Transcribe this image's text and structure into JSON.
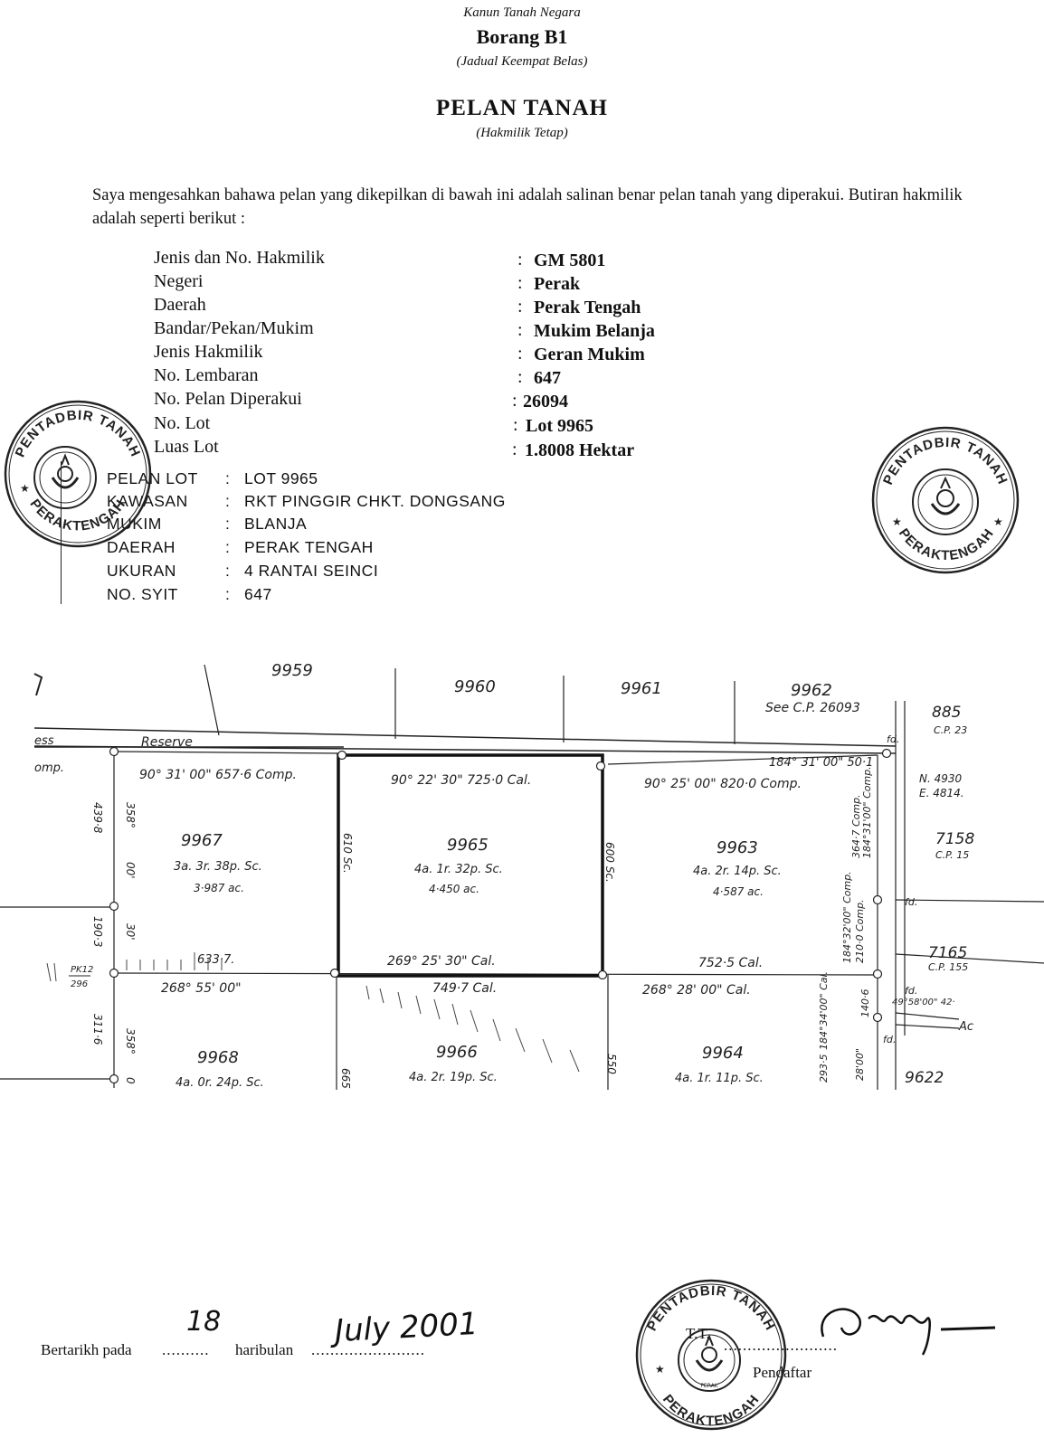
{
  "header": {
    "act": "Kanun Tanah Negara",
    "form": "Borang B1",
    "schedule": "(Jadual Keempat Belas)",
    "title": "PELAN TANAH",
    "subtitle": "(Hakmilik Tetap)"
  },
  "certification": "Saya mengesahkan bahawa pelan yang dikepilkan di bawah ini adalah salinan benar pelan tanah yang diperakui. Butiran hakmilik adalah seperti berikut :",
  "details": [
    {
      "label": "Jenis dan No. Hakmilik",
      "value": "GM 5801"
    },
    {
      "label": "Negeri",
      "value": "Perak"
    },
    {
      "label": "Daerah",
      "value": "Perak Tengah"
    },
    {
      "label": "Bandar/Pekan/Mukim",
      "value": "Mukim Belanja"
    },
    {
      "label": "Jenis Hakmilik",
      "value": "Geran Mukim"
    },
    {
      "label": "No. Lembaran",
      "value": "647"
    },
    {
      "label": "No. Pelan Diperakui",
      "value": "26094"
    },
    {
      "label": "No. Lot",
      "value": "Lot 9965"
    },
    {
      "label": "Luas Lot",
      "value": "1.8008 Hektar"
    }
  ],
  "plan_info": [
    {
      "label": "PELAN LOT",
      "value": "LOT 9965"
    },
    {
      "label": "KAWASAN",
      "value": "RKT PINGGIR CHKT. DONGSANG"
    },
    {
      "label": "MUKIM",
      "value": "BLANJA"
    },
    {
      "label": "DAERAH",
      "value": "PERAK TENGAH"
    },
    {
      "label": "UKURAN",
      "value": "4 RANTAI SEINCI"
    },
    {
      "label": "NO. SYIT",
      "value": "647"
    }
  ],
  "stamp": {
    "top": "PENTADBIR TANAH",
    "bottom": "PERAKTENGAH",
    "center": "PERAK"
  },
  "map": {
    "lot_numbers": [
      "9959",
      "9960",
      "9961",
      "9962",
      "9967",
      "9965",
      "9963",
      "9968",
      "9966",
      "9964",
      "9622",
      "885",
      "7158",
      "7165"
    ],
    "see_note": "See C.P. 26093",
    "road_reserve": "Reserve",
    "road_left": "ess",
    "comp_left": "omp.",
    "cp_labels": [
      "C.P. 23",
      "C.P. 15",
      "C.P. 155"
    ],
    "coordinates": [
      "N. 4930",
      "E. 4814."
    ],
    "pk_label": "PK12",
    "pk_sub": "296",
    "fd": "fd.",
    "ac_label": "Ac",
    "bearing_top_road": "184° 31' 00\" 50·1",
    "bearing_9967_top": "90° 31' 00\" 657·6 Comp.",
    "bearing_9965_top": "90° 22' 30\" 725·0 Cal.",
    "bearing_9963_top": "90° 25' 00\" 820·0 Comp.",
    "bearing_9965_bottom": "269° 25' 30\" Cal.",
    "bearing_9963_bottom": "752·5 Cal.",
    "bearing_lower_left": "268° 55' 00\"",
    "bearing_lower_mid": "749·7 Cal.",
    "bearing_lower_right": "268° 28' 00\" Cal.",
    "bearing_left_dist": "633·7.",
    "bearing_right_small": "49°58'00\" 42·",
    "side_left_upper": "439·8",
    "side_left_lower": "190·3",
    "side_left_bottom": "311·6",
    "side_left_deg1": "358°",
    "side_left_min1": "00'",
    "side_left_min2": "30'",
    "side_left_deg2": "358°",
    "side_left_min3": "0",
    "side_9965_left": "610 Sc.",
    "side_9965_right": "600 Sc.",
    "side_9966_left": "665",
    "side_9966_right": "550",
    "side_right_1": "364·7 Comp.",
    "side_right_2": "184°31'00\" Comp.",
    "side_right_3": "184°32'00\" Comp.",
    "side_right_4": "210·0 Comp.",
    "side_right_5": "184°34'00\" Cal.",
    "side_right_6": "140·6",
    "side_right_7": "293·5",
    "side_right_8": "28'00\"",
    "areas": {
      "9967_a": "3a. 3r. 38p. Sc.",
      "9967_b": "3·987 ac.",
      "9965_a": "4a. 1r. 32p. Sc.",
      "9965_b": "4·450 ac.",
      "9963_a": "4a. 2r. 14p. Sc.",
      "9963_b": "4·587 ac.",
      "9968_a": "4a. 0r. 24p. Sc.",
      "9966_a": "4a. 2r. 19p. Sc.",
      "9964_a": "4a. 1r. 11p. Sc."
    }
  },
  "footer": {
    "dated_label": "Bertarikh pada",
    "day": "18",
    "month_label": "haribulan",
    "month_year": "July 2001",
    "tt_label": "T.T.",
    "registrar": "Pendaftar",
    "dots1": "..........",
    "dots2": "........................",
    "dots3": "........................"
  }
}
